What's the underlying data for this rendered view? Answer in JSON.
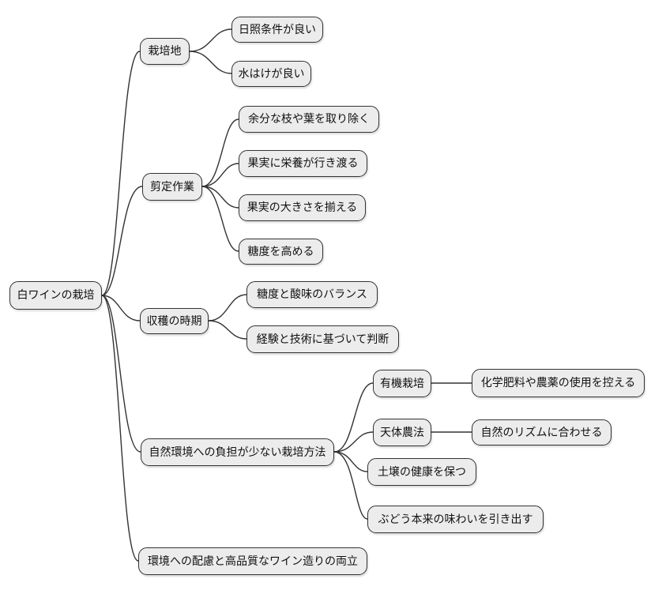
{
  "diagram": {
    "type": "mindmap",
    "background": "#ffffff",
    "colors": {
      "node_fill": "#ececec",
      "node_border": "#333333",
      "edge": "#333333",
      "text": "#111111"
    },
    "nodes": {
      "root": {
        "label": "白ワインの栽培"
      },
      "cultivation_site": {
        "label": "栽培地"
      },
      "sunlight": {
        "label": "日照条件が良い"
      },
      "drainage": {
        "label": "水はけが良い"
      },
      "pruning": {
        "label": "剪定作業"
      },
      "remove_excess": {
        "label": "余分な枝や葉を取り除く"
      },
      "nutrients": {
        "label": "果実に栄養が行き渡る"
      },
      "uniform_size": {
        "label": "果実の大きさを揃える"
      },
      "sugar_up": {
        "label": "糖度を高める"
      },
      "harvest": {
        "label": "収穫の時期"
      },
      "sugar_acid": {
        "label": "糖度と酸味のバランス"
      },
      "experience": {
        "label": "経験と技術に基づいて判断"
      },
      "eco_methods": {
        "label": "自然環境への負担が少ない栽培方法"
      },
      "organic": {
        "label": "有機栽培"
      },
      "no_chemicals": {
        "label": "化学肥料や農薬の使用を控える"
      },
      "biodynamic": {
        "label": "天体農法"
      },
      "nature_rhythm": {
        "label": "自然のリズムに合わせる"
      },
      "soil_health": {
        "label": "土壌の健康を保つ"
      },
      "grape_flavor": {
        "label": "ぶどう本来の味わいを引き出す"
      },
      "balance": {
        "label": "環境への配慮と高品質なワイン造りの両立"
      }
    },
    "hierarchy": [
      {
        "parent": "root",
        "child": "cultivation_site"
      },
      {
        "parent": "cultivation_site",
        "child": "sunlight"
      },
      {
        "parent": "cultivation_site",
        "child": "drainage"
      },
      {
        "parent": "root",
        "child": "pruning"
      },
      {
        "parent": "pruning",
        "child": "remove_excess"
      },
      {
        "parent": "pruning",
        "child": "nutrients"
      },
      {
        "parent": "pruning",
        "child": "uniform_size"
      },
      {
        "parent": "pruning",
        "child": "sugar_up"
      },
      {
        "parent": "root",
        "child": "harvest"
      },
      {
        "parent": "harvest",
        "child": "sugar_acid"
      },
      {
        "parent": "harvest",
        "child": "experience"
      },
      {
        "parent": "root",
        "child": "eco_methods"
      },
      {
        "parent": "eco_methods",
        "child": "organic"
      },
      {
        "parent": "organic",
        "child": "no_chemicals"
      },
      {
        "parent": "eco_methods",
        "child": "biodynamic"
      },
      {
        "parent": "biodynamic",
        "child": "nature_rhythm"
      },
      {
        "parent": "eco_methods",
        "child": "soil_health"
      },
      {
        "parent": "eco_methods",
        "child": "grape_flavor"
      },
      {
        "parent": "root",
        "child": "balance"
      }
    ]
  }
}
